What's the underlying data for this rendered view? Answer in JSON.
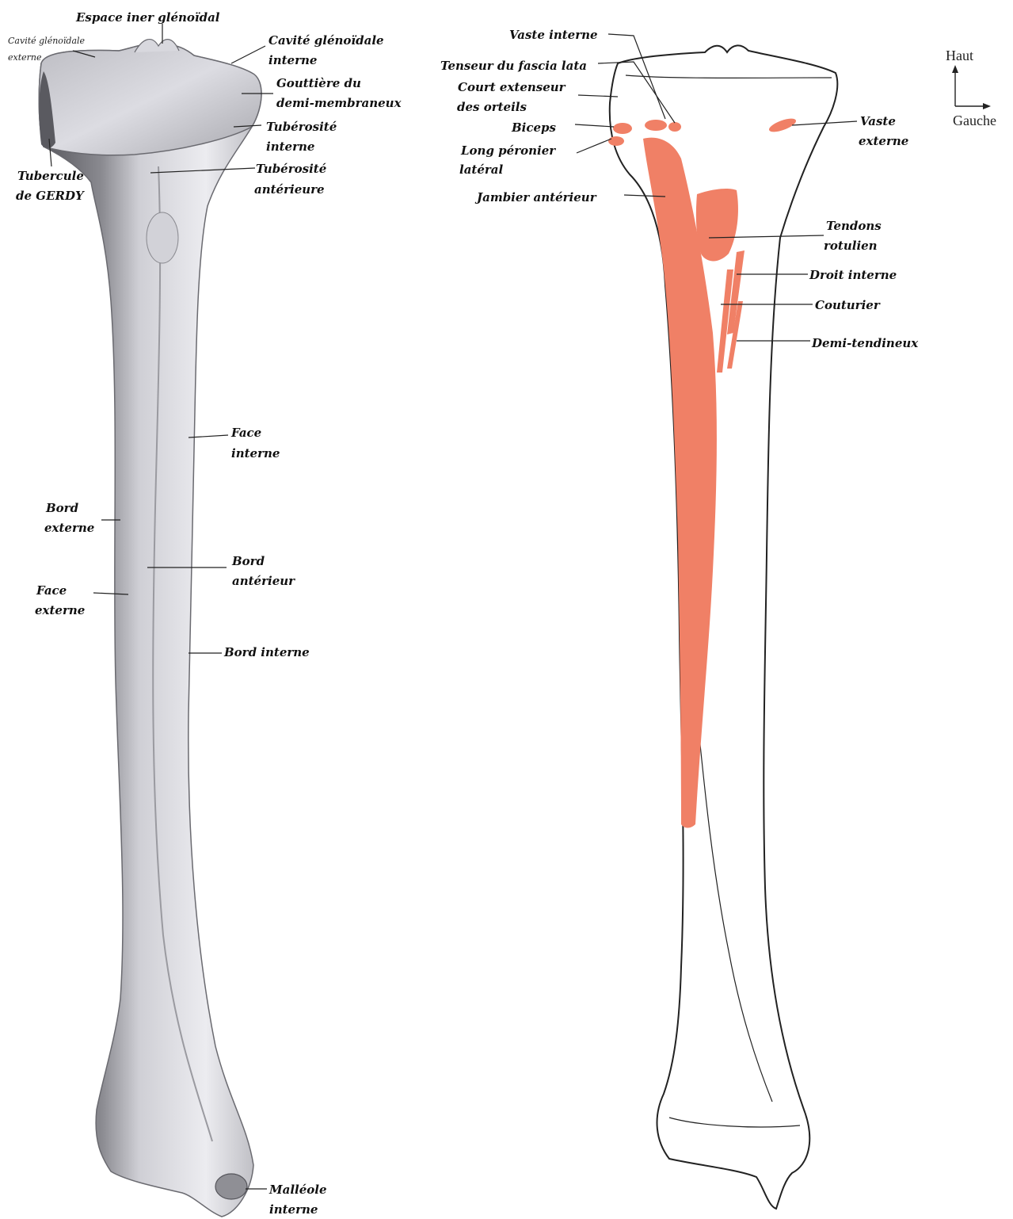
{
  "colors": {
    "bone_grey": "#c9c9cf",
    "bone_shadow": "#5d5d63",
    "muscle": "#f08066"
  },
  "orientation": {
    "up": "Haut",
    "left": "Gauche"
  },
  "left_figure": {
    "labels": {
      "espace": "Espace iner glénoïdal",
      "cavite_ext_1": "Cavité glénoïdale",
      "cavite_ext_2": "externe",
      "cavite_int_1": "Cavité glénoïdale",
      "cavite_int_2": "interne",
      "gouttiere_1": "Gouttière du",
      "gouttiere_2": "demi-membraneux",
      "tub_int_1": "Tubérosité",
      "tub_int_2": "interne",
      "tubercule_1": "Tubercule",
      "tubercule_2": "de GERDY",
      "tub_ant_1": "Tubérosité",
      "tub_ant_2": "antérieure",
      "face_int_1": "Face",
      "face_int_2": "interne",
      "bord_ext_1": "Bord",
      "bord_ext_2": "externe",
      "bord_ant_1": "Bord",
      "bord_ant_2": "antérieur",
      "face_ext_1": "Face",
      "face_ext_2": "externe",
      "bord_int": "Bord interne",
      "malleole_1": "Malléole",
      "malleole_2": "interne"
    }
  },
  "right_figure": {
    "labels": {
      "vaste_int": "Vaste  interne",
      "tenseur": "Tenseur du fascia lata",
      "court_1": "Court extenseur",
      "court_2": "des orteils",
      "biceps": "Biceps",
      "long_1": "Long péronier",
      "long_2": "latéral",
      "jambier": "Jambier antérieur",
      "vaste_ext_1": "Vaste",
      "vaste_ext_2": "externe",
      "tendons_1": "Tendons",
      "tendons_2": "rotulien",
      "droit": "Droit interne",
      "couturier": "Couturier",
      "demi_tend": "Demi-tendineux"
    }
  }
}
